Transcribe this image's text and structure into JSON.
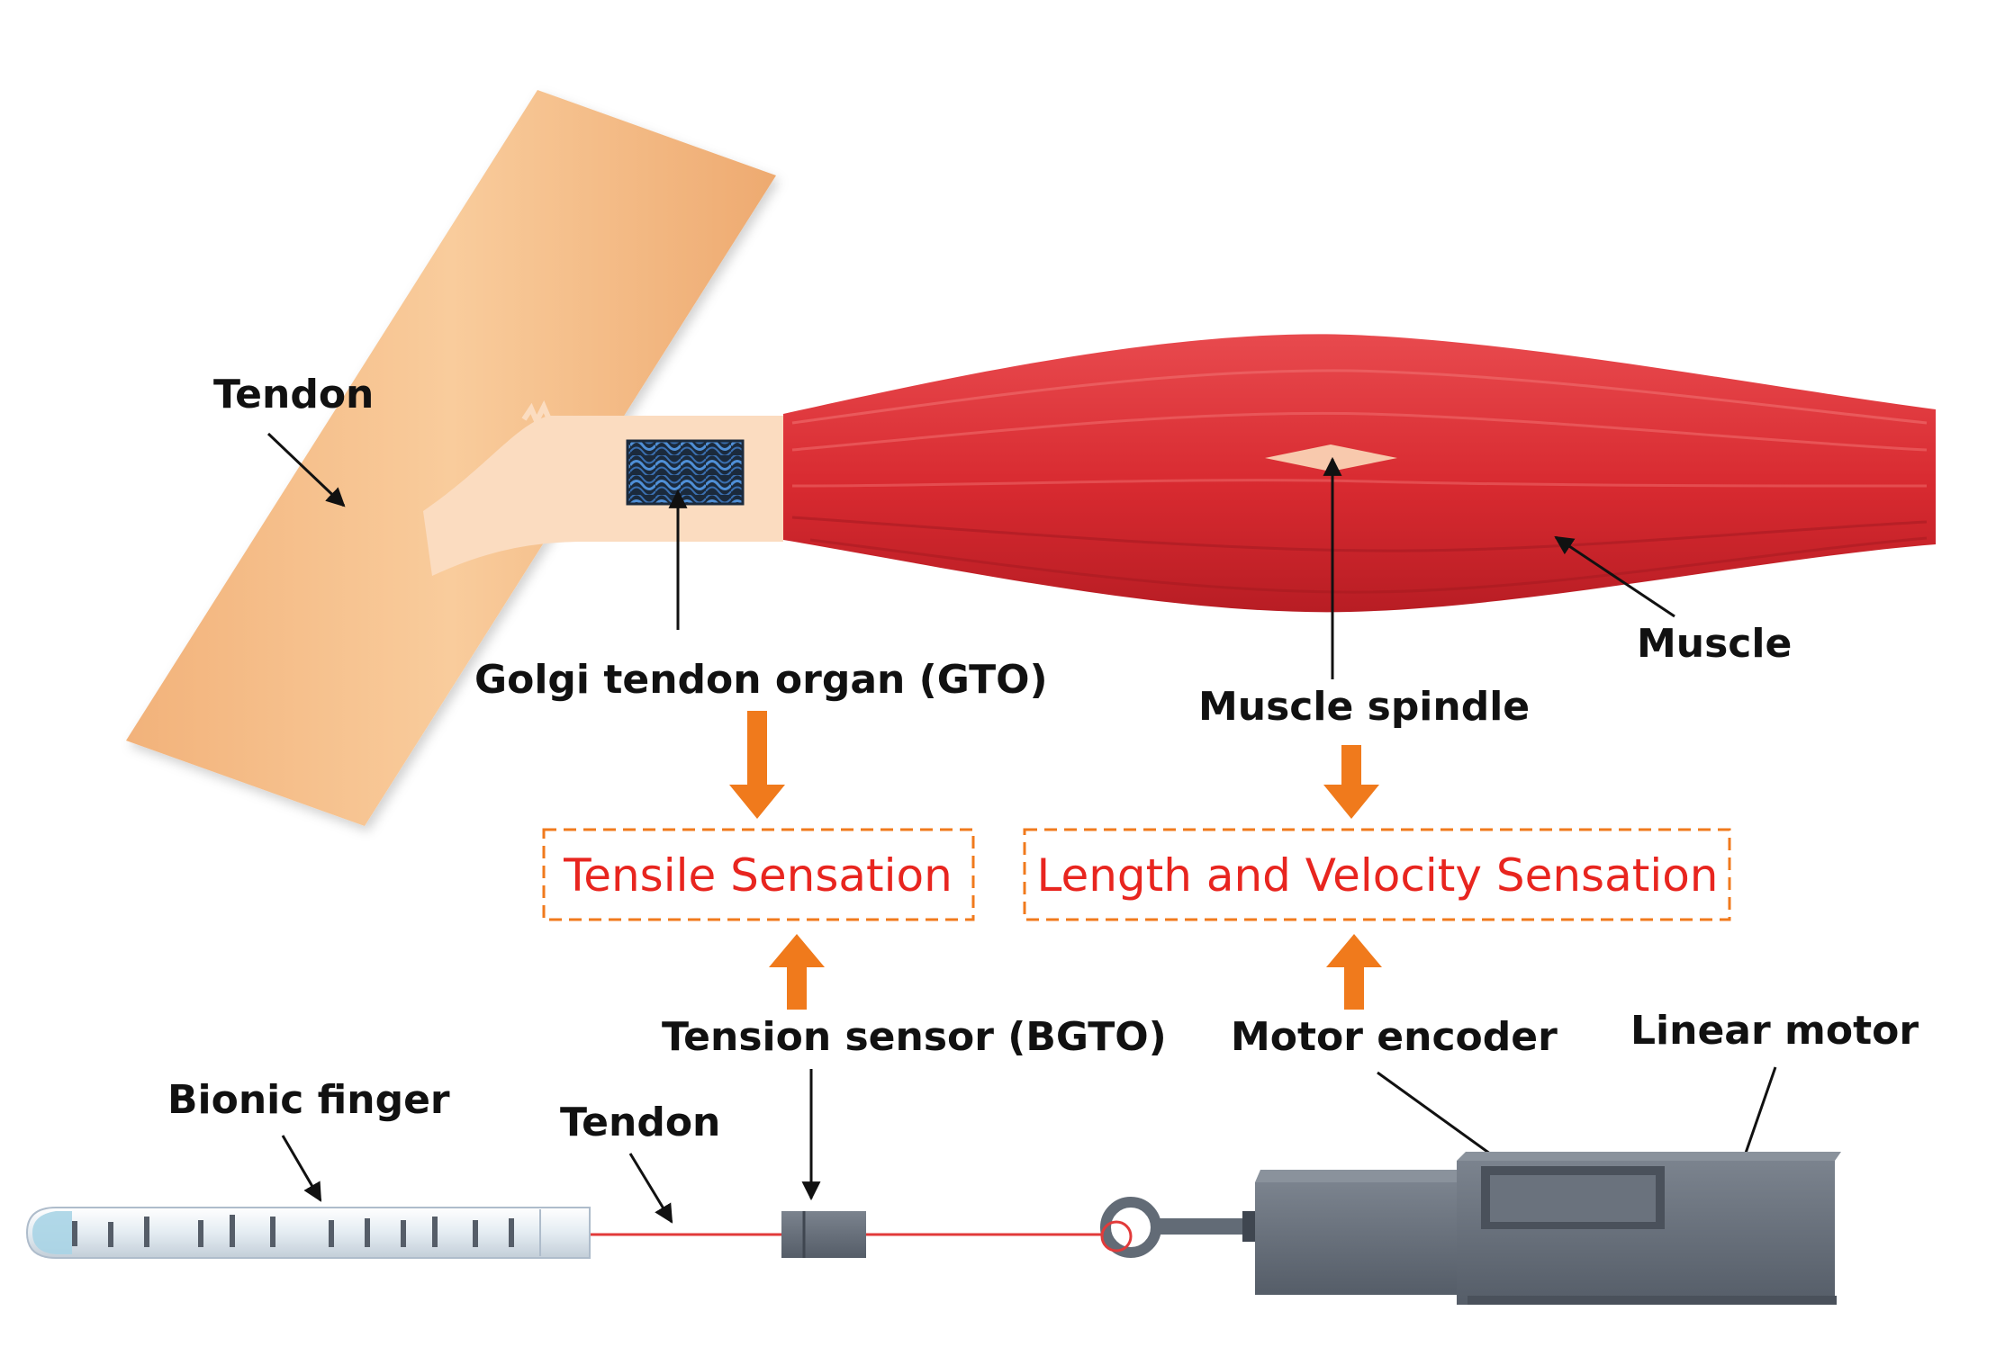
{
  "labels": {
    "tendon_top": "Tendon",
    "muscle": "Muscle",
    "gto": "Golgi tendon organ (GTO)",
    "muscle_spindle": "Muscle spindle",
    "tensile_sensation": "Tensile Sensation",
    "length_velocity_sensation": "Length and Velocity Sensation",
    "tension_sensor": "Tension sensor (BGTO)",
    "motor_encoder": "Motor encoder",
    "linear_motor": "Linear motor",
    "bionic_finger": "Bionic finger",
    "tendon_bottom": "Tendon"
  },
  "colors": {
    "tendon": "#f6c08e",
    "muscle": "#d9262d",
    "sensation_text": "#e8251f",
    "arrow_orange": "#f07a1c",
    "motor_gray": "#626b76",
    "tendon_wire": "#e23a3a"
  }
}
